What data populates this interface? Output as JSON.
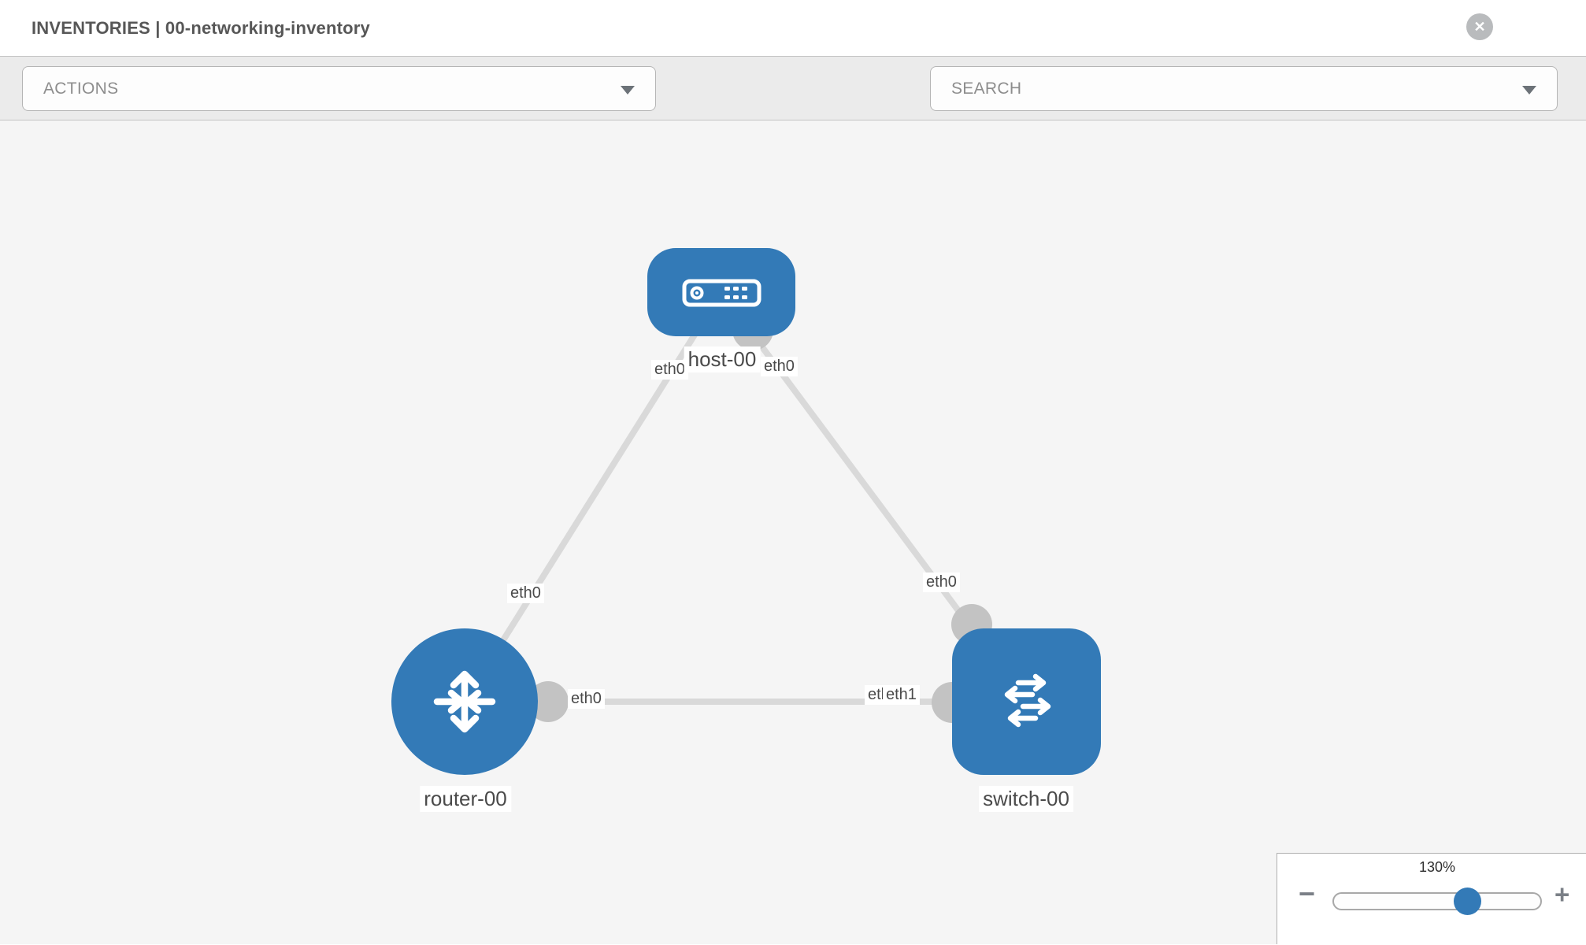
{
  "header": {
    "title": "INVENTORIES | 00-networking-inventory",
    "close_glyph": "✕"
  },
  "toolbar": {
    "actions_label": "ACTIONS",
    "search_label": "SEARCH",
    "icons": [
      "wrench-icon",
      "key-icon"
    ]
  },
  "graph": {
    "nodes": [
      {
        "id": "host-00",
        "label": "host-00",
        "type": "host"
      },
      {
        "id": "router-00",
        "label": "router-00",
        "type": "router"
      },
      {
        "id": "switch-00",
        "label": "switch-00",
        "type": "switch"
      }
    ],
    "links": [
      {
        "from": "host-00",
        "from_interface": "eth0",
        "to": "router-00",
        "to_interface": "eth0"
      },
      {
        "from": "host-00",
        "from_interface": "eth0",
        "to": "switch-00",
        "to_interface": "eth0"
      },
      {
        "from": "router-00",
        "from_interface": "eth0",
        "to": "switch-00",
        "to_interface": "eth1"
      }
    ],
    "labels": {
      "host_left_eth": "eth0",
      "host_right_eth": "eth0",
      "router_top_eth": "eth0",
      "router_right_eth": "eth0",
      "switch_top_eth": "eth0",
      "switch_left_eth_under": "eth0",
      "switch_left_eth_over": "eth1"
    }
  },
  "zoom_control": {
    "level": "130%",
    "minus_glyph": "−",
    "plus_glyph": "+"
  },
  "colors": {
    "node_blue": "#337ab7",
    "link_gray": "#d9d9d9",
    "connector_gray": "#c3c3c3",
    "toolbar_bg": "#ebebeb",
    "canvas_bg": "#f5f5f5"
  }
}
